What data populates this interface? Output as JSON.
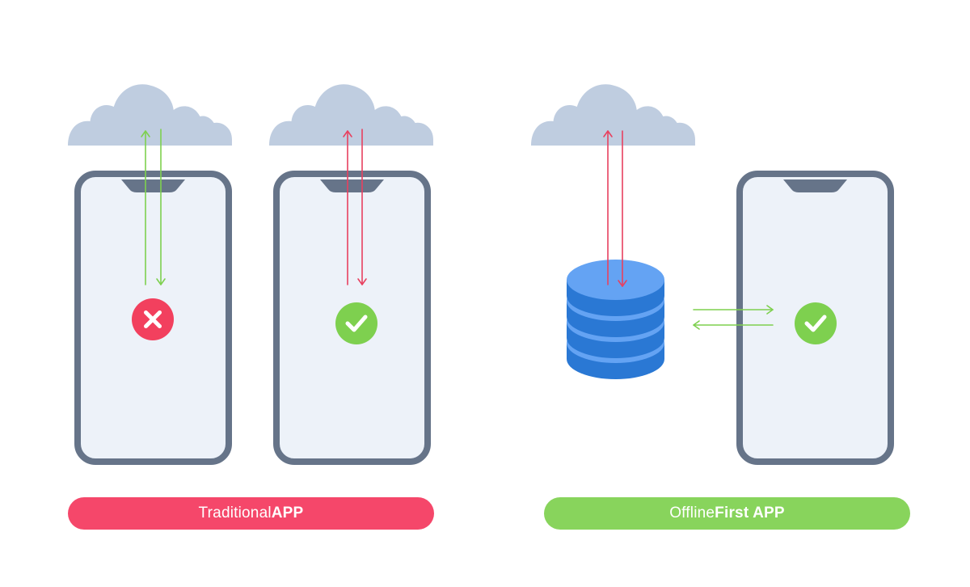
{
  "colors": {
    "cloud": "#bfcde0",
    "phone_frame": "#667489",
    "phone_screen": "#edf2f9",
    "success": "#7ed04f",
    "error": "#f2405e",
    "arrow_green": "#7ed04f",
    "arrow_red": "#e8405f",
    "db_top": "#64a3f3",
    "db_side": "#2a78d4",
    "white": "#ffffff"
  },
  "icons": {
    "error_status": "close-icon",
    "success_status": "checkmark-icon",
    "local_database": "database-icon",
    "remote_server": "cloud-icon",
    "device": "smartphone-icon"
  },
  "labels": {
    "traditional": {
      "light": "Traditional ",
      "bold": "APP",
      "color": "#f5476a"
    },
    "offline_first": {
      "light": "Offline ",
      "bold": "First APP",
      "color": "#88d45c"
    }
  }
}
